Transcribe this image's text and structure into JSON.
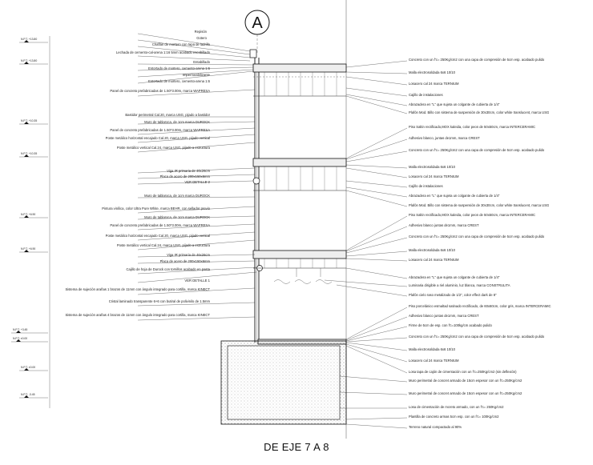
{
  "axis": {
    "marker": "A"
  },
  "levels": [
    "N.P.T. +13.80",
    "N.P.T. +10.35",
    "N.P.T. +6.90",
    "N.P.T. +3.45",
    "N.P.T. ±0.00",
    "N.P.T. -3.45"
  ],
  "left_labels": [
    "Repisón",
    "Gotero",
    "Chaflán de mortero con tapa de ladrillo",
    "Lechada de cemento-cal-arena 1:16 5mm acabado escobillado",
    "Entabillado",
    "Entortado de mortero, cemento-arena 1:6",
    "Impermeabilizante",
    "Entortado de mortero, cemento-arena 1:6",
    "Panel de concreto prefabricadas de 1.50*3.00m, marca WAPRESA",
    "Bastidor perimetral Cal.20, marca USG, pijado a bastidor",
    "Muro de tablaroca, de 1cm marca DUROCK",
    "Panel de concreto prefabricadas de 1.50*3.00m, marca WAPRESA",
    "Poste metálico horizontal encajado Cal.20, marca USG, pijado vertical",
    "Poste metálico vertical Cal.24, marca USG, pijado a estructura",
    "Viga IR primaria de 46x26cm",
    "Placa de acero de 200x150x6mm",
    "VER DETALLE 2",
    "Muro de tablaroca, de 1cm marca DUROCK",
    "Pintura vinílica, color Ultra Pure White, marca BEHR, con sellador previo",
    "Muro de tablaroca, de 1cm marca DUROCK",
    "Panel de concreto prefabricadas de 1.50*3.00m, marca WAPRESA",
    "Poste metálico horizontal encajado Cal.20, marca USG, pijado vertical",
    "Poste metálico vertical Cal.24, marca USG, pijado a estructura",
    "Viga IR primaria de 46x26cm",
    "Placa de acero de 200x150x6mm",
    "Cajillo de hoja de Durock con tornillos acabado en pasta",
    "VER DETALLE 1",
    "Sistema de sujeción arañas 1 brazos de 11mm con ángulo integrado para cortilla, marca KINECT",
    "Cristal laminado transparente 6+6 con butiral de polivinilo de 1.5mm",
    "Sistema de sujeción arañas 4 brazos de 11mm con ángulo integrado para cortilla, marca KINECT"
  ],
  "right_labels": [
    "Concreto con un f'c= 250Kg/cm2 con una capa de compresión de 5cm esp. acabado pulido",
    "Malla electrosoldada 6x6 10/10",
    "Losacero cal 24 marca TERNIUM",
    "Cajillo de instalaciones",
    "Abrazadera en \"L\" que sujeta un colgante de cubierta de 1/4\"",
    "Plafón Mod. Billo con sistema de suspensión de 30x30cm, color white translucent, marca USG",
    "Piso Saltin rectificado,MOX kaleida, color peon de 50x50cm, marca INTERCERAMIC",
    "Adhesivo blanco, juntas de1mm, marca CREST",
    "Concreto con un f'c= 250Kg/cm2 con una capa de compresión de 5cm esp. acabado pulido",
    "Malla electrosoldada 6x6 10/10",
    "Losacero cal 24 marca TERNIUM",
    "Cajillo de instalaciones",
    "Abrazadera en \"L\" que sujeta un colgante de cubierta de 1/4\"",
    "Plafón Mod. Billo con sistema de suspensión de 30x30cm, color white translucent, marca USG",
    "Piso Saltin rectificado,MOX kaleida, color peon de 50x50cm, marca INTERCERAMIC",
    "Adhesivo blanco juntas de1mm, marca CREST",
    "Concreto con un f'c= 250Kg/cm2 con una capa de compresión de 5cm esp. acabado pulido",
    "Malla electrosoldada 6x6 10/10",
    "Losacero cal 24 marca TERNIUM",
    "Abrazadera en \"L\" que sujeta un colgante de cubierta de 1/4\"",
    "Luminaria dirigible a riel aluminio, luz blanca, marca CONSTRULITA",
    "Plafón cielo raso metalizado de 1/2\", color effect dark de 8\"",
    "Piso porcelánico esmaltad satinado rectificado, de 60x60cm, color gris, marca INTERCERAMIC",
    "Adhesivo blanco juntas de1mm, marca CREST",
    "Firme de 5cm de esp. con f'c=100kg/cm acabado pulido",
    "Concreto con un f'c= 250Kg/cm2 con una capa de compresión de 5cm esp. acabado pulido",
    "Malla electrosoldada 6x6 10/10",
    "Losacero cal 24 marca TERNIUM",
    "Losa tapa de cajón de cimentación con un f'c=250Kg/cm2 (sin deflexión)",
    "Muro perimetral de concret armado de 15cm espesor con un f'c=250Kg/cm2",
    "Muro perimetral de concret armado de 15cm espesor con un f'c=250Kg/cm2",
    "Losa de cimentación de mcreto armado, con un f'c= 250Kg/cm2",
    "Plantilla de concreto armas 5cm esp. con un f'c= 100Kg/cm2",
    "Terreno natural compactado al 90%"
  ],
  "section_title": "DE EJE 7 A 8"
}
